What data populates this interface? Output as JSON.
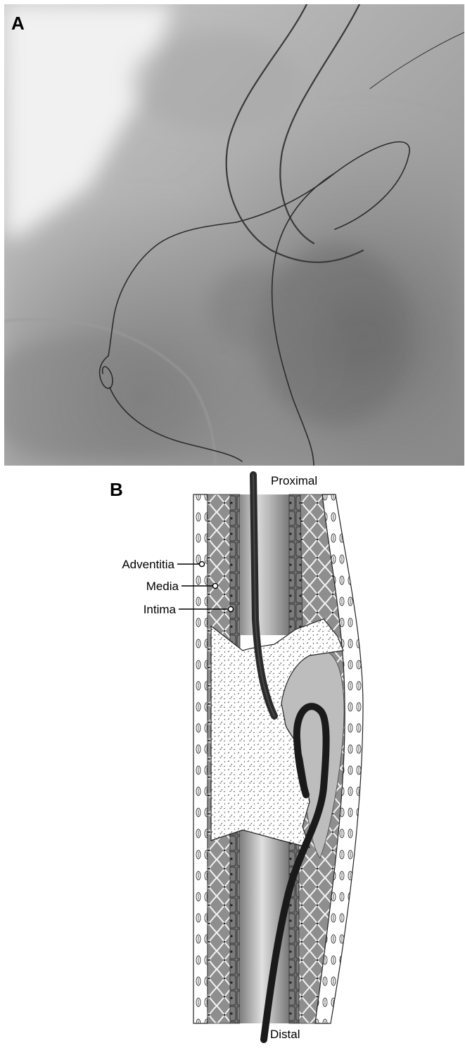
{
  "panel_a": {
    "letter": "A"
  },
  "panel_b": {
    "letter": "B",
    "labels": {
      "proximal": "Proximal",
      "distal": "Distal",
      "adventitia": "Adventitia",
      "media": "Media",
      "intima": "Intima"
    }
  },
  "colors": {
    "xray_dark": "#6e6e6e",
    "xray_light": "#f4f4f4",
    "wire": "#2a2a2a",
    "plaque_fill": "#ffffff",
    "lumen_mid": "#9a9a9a",
    "lumen_light": "#d8d8d8"
  }
}
